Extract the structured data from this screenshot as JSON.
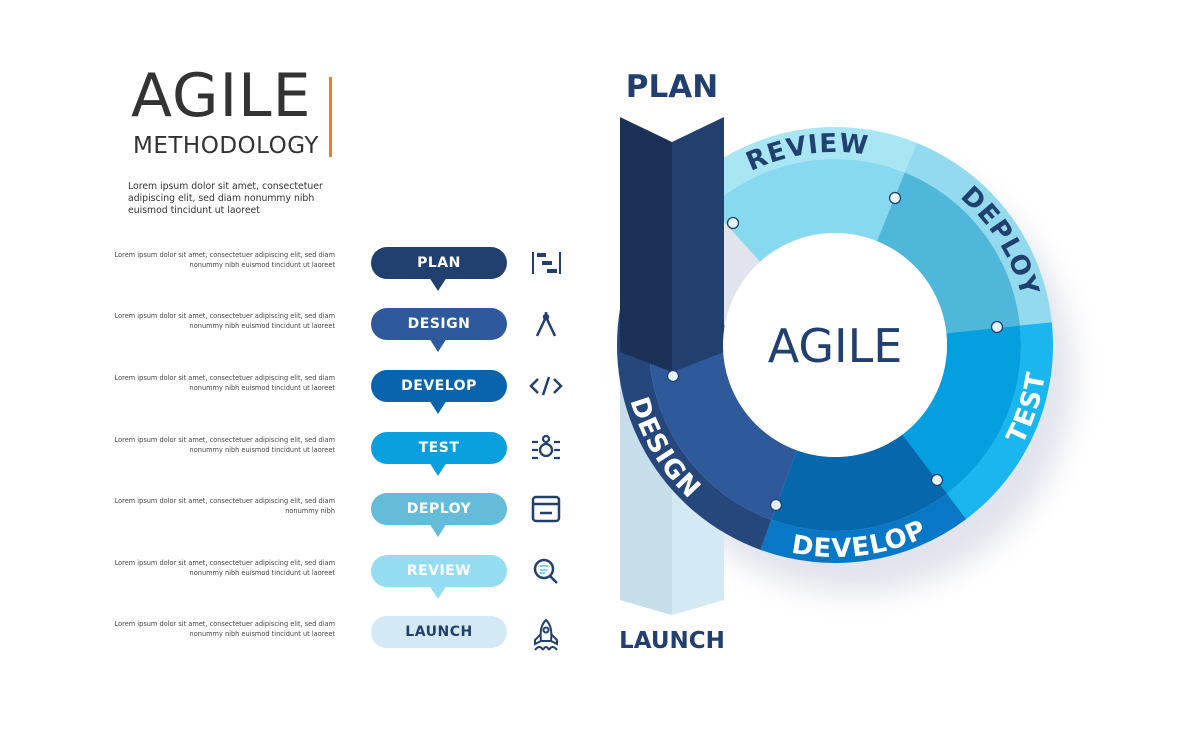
{
  "header": {
    "title": "AGILE",
    "subtitle": "METHODOLOGY",
    "description": "Lorem ipsum dolor sit amet, consectetuer adipiscing elit, sed diam nonummy nibh euismod tincidunt ut laoreet"
  },
  "stages": [
    {
      "label": "PLAN",
      "desc": "Lorem ipsum dolor sit amet, consectetuer adipiscing elit, sed diam nonummy nibh euismod tincidunt ut laoreet",
      "color": "#22406f",
      "text_color": "#ffffff",
      "icon": "gantt-icon"
    },
    {
      "label": "DESIGN",
      "desc": "Lorem ipsum dolor sit amet, consectetuer adipiscing elit, sed diam nonummy nibh euismod tincidunt ut laoreet",
      "color": "#2e5a9c",
      "text_color": "#ffffff",
      "icon": "compass-icon"
    },
    {
      "label": "DEVELOP",
      "desc": "Lorem ipsum dolor sit amet, consectetuer adipiscing elit, sed diam nonummy nibh euismod tincidunt ut laoreet",
      "color": "#0a64ad",
      "text_color": "#ffffff",
      "icon": "code-icon"
    },
    {
      "label": "TEST",
      "desc": "Lorem ipsum dolor sit amet, consectetuer adipiscing elit, sed diam nonummy nibh euismod tincidunt ut laoreet",
      "color": "#0aa0e0",
      "text_color": "#ffffff",
      "icon": "bug-icon"
    },
    {
      "label": "DEPLOY",
      "desc": "Lorem ipsum dolor sit amet, consectetuer adipiscing elit, sed diam nonummy nibh",
      "color": "#64bcd8",
      "text_color": "#ffffff",
      "icon": "package-icon"
    },
    {
      "label": "REVIEW",
      "desc": "Lorem ipsum dolor sit amet, consectetuer adipiscing elit, sed diam nonummy nibh euismod tincidunt ut laoreet",
      "color": "#94dcef",
      "text_color": "#ffffff",
      "icon": "magnifier-icon"
    },
    {
      "label": "LAUNCH",
      "desc": "Lorem ipsum dolor sit amet, consectetuer adipiscing elit, sed diam nonummy nibh euismod tincidunt ut laoreet",
      "color": "#d3e9f4",
      "text_color": "#22406f",
      "icon": "rocket-icon"
    }
  ],
  "cycle": {
    "top_label": "PLAN",
    "bottom_label": "LAUNCH",
    "center_label": "AGILE",
    "segments": [
      {
        "label": "REVIEW",
        "inner": "#86d9ee",
        "outer": "#a9e6f4",
        "text": "#22406f"
      },
      {
        "label": "DEPLOY",
        "inner": "#4fb7da",
        "outer": "#93daef",
        "text": "#22406f"
      },
      {
        "label": "TEST",
        "inner": "#049fdf",
        "outer": "#1ab6ef",
        "text": "#ffffff"
      },
      {
        "label": "DEVELOP",
        "inner": "#0767ad",
        "outer": "#0877c5",
        "text": "#ffffff"
      },
      {
        "label": "DESIGN",
        "inner": "#2e5a9c",
        "outer": "#26477b",
        "text": "#ffffff"
      }
    ]
  }
}
